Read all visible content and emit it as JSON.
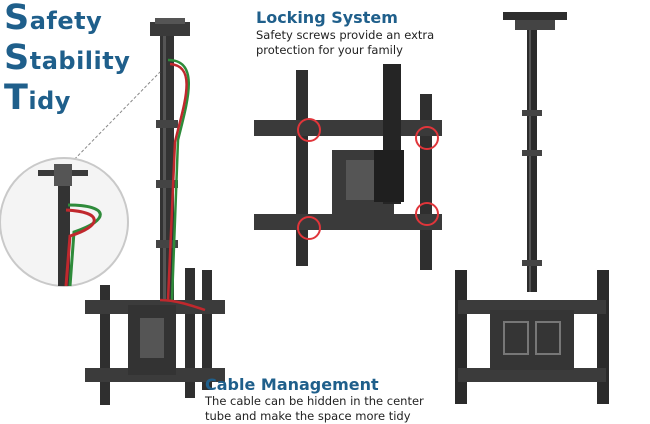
{
  "slogan": [
    {
      "initial": "S",
      "rest": "afety"
    },
    {
      "initial": "S",
      "rest": "tability"
    },
    {
      "initial": "T",
      "rest": "idy"
    }
  ],
  "locking": {
    "title": "Locking System",
    "desc_line1": "Safety screws provide an extra",
    "desc_line2": "protection for your family"
  },
  "cable": {
    "title": "Cable Management",
    "desc_line1": "The cable can be hidden in the center",
    "desc_line2": "tube and make the space more tidy"
  },
  "colors": {
    "brand_blue": "#1f5f8b",
    "mount_black": "#2b2b2b",
    "cable_green": "#2e8b3a",
    "cable_red": "#c0282d",
    "highlight_red": "#e0353a"
  }
}
